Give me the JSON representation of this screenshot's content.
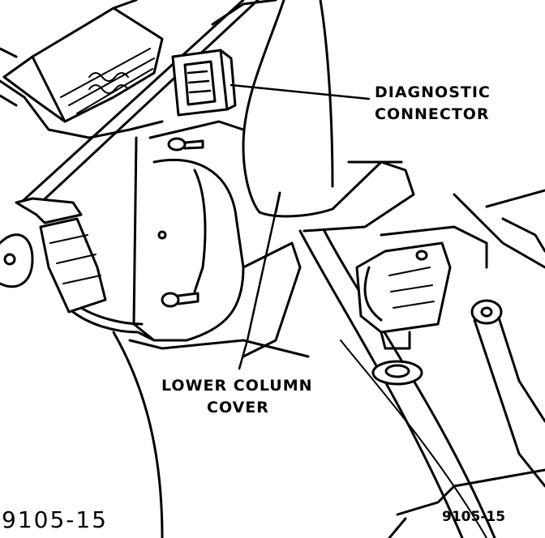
{
  "labels": {
    "diagnostic_line1": "DIAGNOSTIC",
    "diagnostic_line2": "CONNECTOR",
    "lower_line1": "LOWER COLUMN",
    "lower_line2": "COVER"
  },
  "figure_codes": {
    "main": "9105-15",
    "corner": "9105-15"
  }
}
